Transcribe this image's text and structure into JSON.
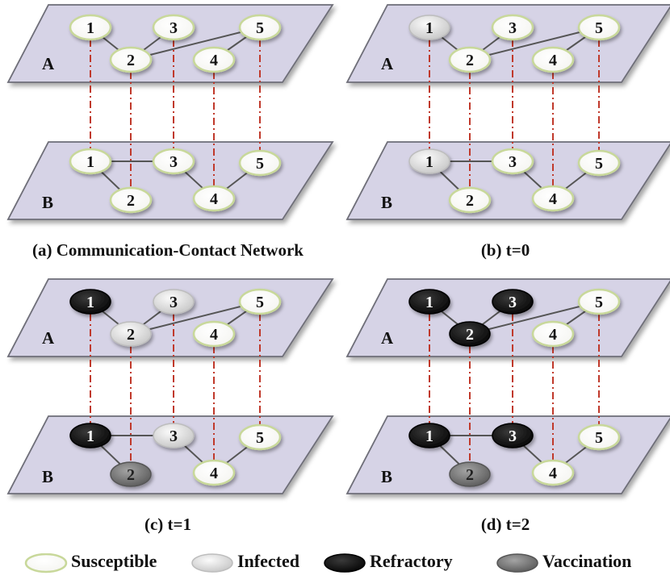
{
  "layer_labels": {
    "top": "A",
    "bottom": "B"
  },
  "panels": [
    {
      "id": "a",
      "caption": "(a) Communication-Contact Network",
      "top_nodes": [
        {
          "label": "1",
          "state": "susceptible"
        },
        {
          "label": "2",
          "state": "susceptible"
        },
        {
          "label": "3",
          "state": "susceptible"
        },
        {
          "label": "4",
          "state": "susceptible"
        },
        {
          "label": "5",
          "state": "susceptible"
        }
      ],
      "bottom_nodes": [
        {
          "label": "1",
          "state": "susceptible"
        },
        {
          "label": "2",
          "state": "susceptible"
        },
        {
          "label": "3",
          "state": "susceptible"
        },
        {
          "label": "4",
          "state": "susceptible"
        },
        {
          "label": "5",
          "state": "susceptible"
        }
      ]
    },
    {
      "id": "b",
      "caption": "(b) t=0",
      "top_nodes": [
        {
          "label": "1",
          "state": "infected"
        },
        {
          "label": "2",
          "state": "susceptible"
        },
        {
          "label": "3",
          "state": "susceptible"
        },
        {
          "label": "4",
          "state": "susceptible"
        },
        {
          "label": "5",
          "state": "susceptible"
        }
      ],
      "bottom_nodes": [
        {
          "label": "1",
          "state": "infected"
        },
        {
          "label": "2",
          "state": "susceptible"
        },
        {
          "label": "3",
          "state": "susceptible"
        },
        {
          "label": "4",
          "state": "susceptible"
        },
        {
          "label": "5",
          "state": "susceptible"
        }
      ]
    },
    {
      "id": "c",
      "caption": "(c) t=1",
      "top_nodes": [
        {
          "label": "1",
          "state": "refractory"
        },
        {
          "label": "2",
          "state": "infected"
        },
        {
          "label": "3",
          "state": "infected"
        },
        {
          "label": "4",
          "state": "susceptible"
        },
        {
          "label": "5",
          "state": "susceptible"
        }
      ],
      "bottom_nodes": [
        {
          "label": "1",
          "state": "refractory"
        },
        {
          "label": "2",
          "state": "vaccination"
        },
        {
          "label": "3",
          "state": "infected"
        },
        {
          "label": "4",
          "state": "susceptible"
        },
        {
          "label": "5",
          "state": "susceptible"
        }
      ]
    },
    {
      "id": "d",
      "caption": "(d) t=2",
      "top_nodes": [
        {
          "label": "1",
          "state": "refractory"
        },
        {
          "label": "2",
          "state": "refractory"
        },
        {
          "label": "3",
          "state": "refractory"
        },
        {
          "label": "4",
          "state": "susceptible"
        },
        {
          "label": "5",
          "state": "susceptible"
        }
      ],
      "bottom_nodes": [
        {
          "label": "1",
          "state": "refractory"
        },
        {
          "label": "2",
          "state": "vaccination"
        },
        {
          "label": "3",
          "state": "refractory"
        },
        {
          "label": "4",
          "state": "susceptible"
        },
        {
          "label": "5",
          "state": "susceptible"
        }
      ]
    }
  ],
  "top_edges": [
    [
      "1",
      "2"
    ],
    [
      "2",
      "3"
    ],
    [
      "2",
      "5"
    ],
    [
      "4",
      "5"
    ]
  ],
  "bottom_edges": [
    [
      "1",
      "2"
    ],
    [
      "1",
      "3"
    ],
    [
      "3",
      "4"
    ],
    [
      "4",
      "5"
    ]
  ],
  "interlayer_links": [
    "1",
    "2",
    "3",
    "4",
    "5"
  ],
  "legend": [
    {
      "state": "susceptible",
      "label": "Susceptible"
    },
    {
      "state": "infected",
      "label": "Infected"
    },
    {
      "state": "refractory",
      "label": "Refractory"
    },
    {
      "state": "vaccination",
      "label": "Vaccination"
    }
  ],
  "colors": {
    "plane_fill": "#d6d3e6",
    "plane_stroke": "#6e6e78",
    "edge": "#555555",
    "interlayer_link": "#c0392b",
    "susceptible_fill": "#ffffff",
    "susceptible_stroke": "#c8d89a",
    "infected_fill": "#e4e4e4",
    "refractory_fill": "#121212",
    "vaccination_fill": "#7a7a7a"
  }
}
